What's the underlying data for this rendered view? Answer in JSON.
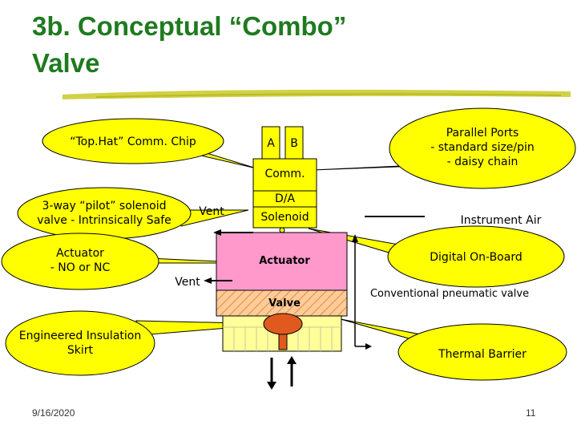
{
  "slide": {
    "title_line1": "3b. Conceptual “Combo”",
    "title_line2": "Valve",
    "date": "9/16/2020",
    "page_number": "11"
  },
  "callouts": {
    "tophat": "“Top.Hat” Comm. Chip",
    "pilot_line1": "3-way “pilot” solenoid",
    "pilot_line2": "valve - Intrinsically Safe",
    "actuator_line1": "Actuator",
    "actuator_line2": "- NO or NC",
    "parallel_line1": "Parallel Ports",
    "parallel_line2": "- standard size/pin",
    "parallel_line3": "- daisy chain",
    "digital": "Digital On-Board",
    "insulation_line1": "Engineered Insulation",
    "insulation_line2": "Skirt",
    "thermal": "Thermal Barrier"
  },
  "stack": {
    "port_a": "A",
    "port_b": "B",
    "comm": "Comm.",
    "da": "D/A",
    "solenoid": "Solenoid",
    "actuator": "Actuator",
    "valve": "Valve"
  },
  "labels": {
    "vent1": "Vent",
    "vent2": "Vent",
    "instrument_air": "Instrument Air",
    "conventional": "Conventional pneumatic valve"
  },
  "colors": {
    "title": "#1f7a1f",
    "callout_fill": "#ffff00",
    "block_fill": "#ffff00",
    "actuator_fill": "#ff99cc",
    "valve_fill": "#ffcc99",
    "base_fill": "#ffff99",
    "plug_fill": "#e05a1e",
    "underline": "#cccc33"
  }
}
